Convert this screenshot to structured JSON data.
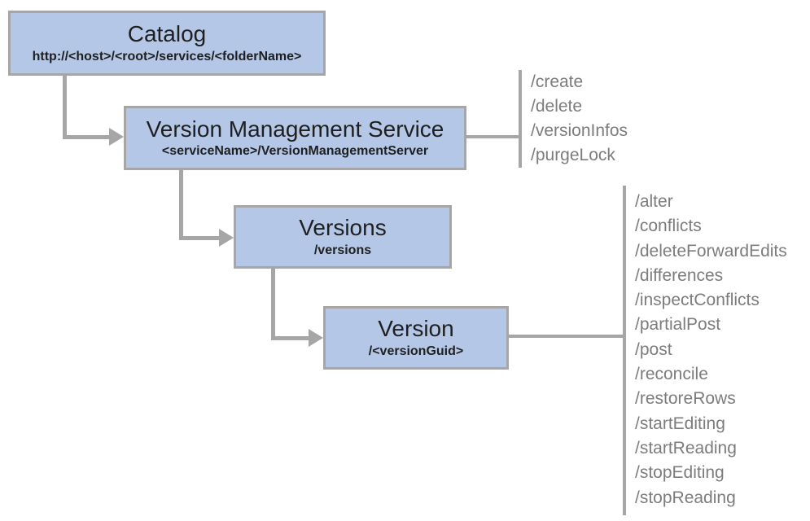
{
  "diagram": {
    "nodes": [
      {
        "title": "Catalog",
        "subtitle": "http://<host>/<root>/services/<folderName>"
      },
      {
        "title": "Version Management Service",
        "subtitle": "<serviceName>/VersionManagementServer"
      },
      {
        "title": "Versions",
        "subtitle": "/versions"
      },
      {
        "title": "Version",
        "subtitle": "/<versionGuid>"
      }
    ],
    "vms_operations": [
      "/create",
      "/delete",
      "/versionInfos",
      "/purgeLock"
    ],
    "version_operations": [
      "/alter",
      "/conflicts",
      "/deleteForwardEdits",
      "/differences",
      "/inspectConflicts",
      "/partialPost",
      "/post",
      "/reconcile",
      "/restoreRows",
      "/startEditing",
      "/startReading",
      "/stopEditing",
      "/stopReading"
    ],
    "colors": {
      "node_fill": "#b4c7e7",
      "node_border": "#a6a6a6",
      "connector": "#a6a6a6",
      "operation_text": "#7c7c7c",
      "title_text": "#1f1f1f"
    }
  }
}
